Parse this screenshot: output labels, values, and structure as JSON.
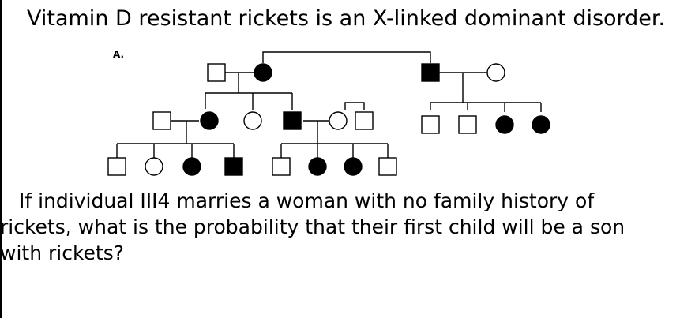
{
  "heading": "Vitamin D resistant rickets is an X-linked dominant disorder.",
  "panel_label": "A.",
  "question": {
    "line1": "If individual III4 marries a woman with no family history of",
    "line2": "rickets, what is the probability that their first child will be a son",
    "line3": "with rickets?"
  },
  "legend": {
    "square": "male",
    "circle": "female",
    "filled": "affected",
    "open": "unaffected"
  },
  "pedigree": {
    "generation_I": [
      {
        "id": "I1",
        "sex": "male",
        "affected": false
      },
      {
        "id": "I2",
        "sex": "female",
        "affected": true
      },
      {
        "id": "I3",
        "sex": "male",
        "affected": true
      },
      {
        "id": "I4",
        "sex": "female",
        "affected": false
      }
    ],
    "generation_II": [
      {
        "id": "II1",
        "sex": "male",
        "affected": false
      },
      {
        "id": "II2",
        "sex": "female",
        "affected": true
      },
      {
        "id": "II3",
        "sex": "female",
        "affected": false
      },
      {
        "id": "II4",
        "sex": "male",
        "affected": true
      },
      {
        "id": "II5",
        "sex": "female",
        "affected": false
      },
      {
        "id": "II6",
        "sex": "male",
        "affected": false
      },
      {
        "id": "II7",
        "sex": "male",
        "affected": false
      },
      {
        "id": "II8",
        "sex": "male",
        "affected": false
      },
      {
        "id": "II9",
        "sex": "female",
        "affected": true
      },
      {
        "id": "II10",
        "sex": "female",
        "affected": true
      }
    ],
    "generation_III": [
      {
        "id": "III1",
        "sex": "male",
        "affected": false
      },
      {
        "id": "III2",
        "sex": "female",
        "affected": false
      },
      {
        "id": "III3",
        "sex": "female",
        "affected": true
      },
      {
        "id": "III4",
        "sex": "male",
        "affected": true
      },
      {
        "id": "III5",
        "sex": "male",
        "affected": false
      },
      {
        "id": "III6",
        "sex": "female",
        "affected": true
      },
      {
        "id": "III7",
        "sex": "female",
        "affected": true
      },
      {
        "id": "III8",
        "sex": "male",
        "affected": false
      }
    ]
  }
}
